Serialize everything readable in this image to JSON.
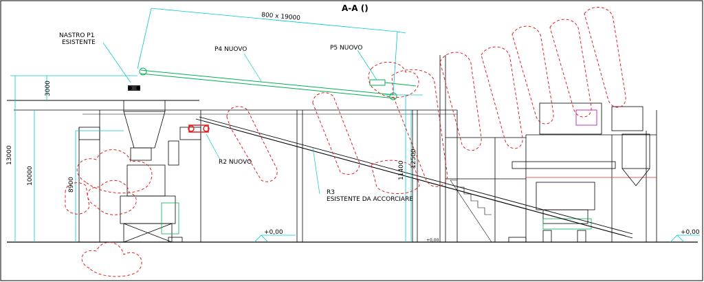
{
  "drawing": {
    "section_title": "A-A ()",
    "top_dimension": "800 x 19000",
    "colors": {
      "structure": "#000000",
      "dimension": "#00c8c8",
      "redline": "#e02020",
      "new_item": "#00b050",
      "highlight": "#b000b0"
    }
  },
  "labels": {
    "nastro_p1_line1": "NASTRO P1",
    "nastro_p1_line2": "ESISTENTE",
    "p4": "P4 NUOVO",
    "p5": "P5 NUOVO",
    "r2": "R2 NUOVO",
    "r3_line1": "R3",
    "r3_line2": "ESISTENTE DA ACCORCIARE"
  },
  "dimensions": {
    "d3000": "3000",
    "d13000": "13000",
    "d10000": "10000",
    "d8900": "8900",
    "d12500": "12500",
    "d11400": "11400"
  },
  "levels": {
    "left": "+0,00",
    "middle": "+0,00",
    "right": "+0,00"
  }
}
